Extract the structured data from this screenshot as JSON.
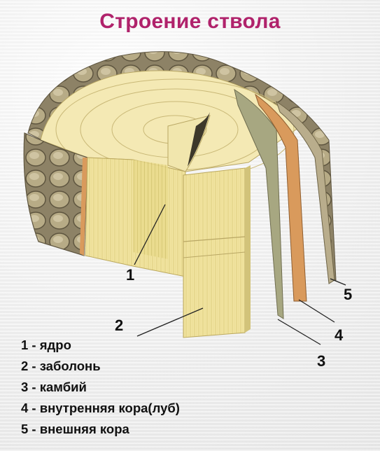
{
  "title": "Строение ствола",
  "callouts": [
    "1",
    "2",
    "3",
    "4",
    "5"
  ],
  "legend": [
    "1 - ядро",
    "2 - заболонь",
    "3 - камбий",
    "4 - внутренняя кора(луб)",
    "5 - внешняя кора"
  ],
  "colors": {
    "title": "#b0226b",
    "wood_light": "#f3e7a6",
    "wood_face": "#eedf92",
    "bark_outer": "#a89a74",
    "bast": "#d99a5c",
    "cambium": "#a7a781"
  }
}
